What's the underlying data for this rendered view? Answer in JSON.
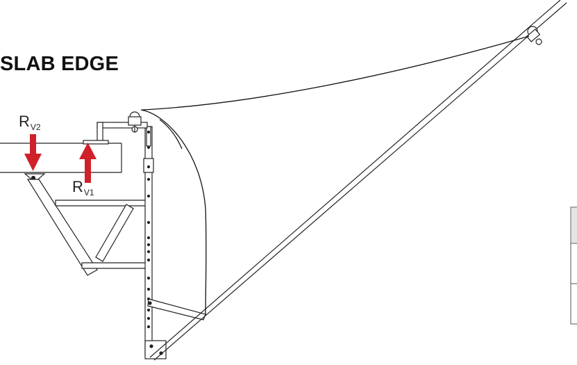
{
  "diagram": {
    "title": "SLAB EDGE",
    "reactions": [
      {
        "letter": "R",
        "subscript": "V2"
      },
      {
        "letter": "R",
        "subscript": "V1"
      }
    ]
  },
  "colors": {
    "arrow": "#d0202a",
    "line": "#222222"
  }
}
